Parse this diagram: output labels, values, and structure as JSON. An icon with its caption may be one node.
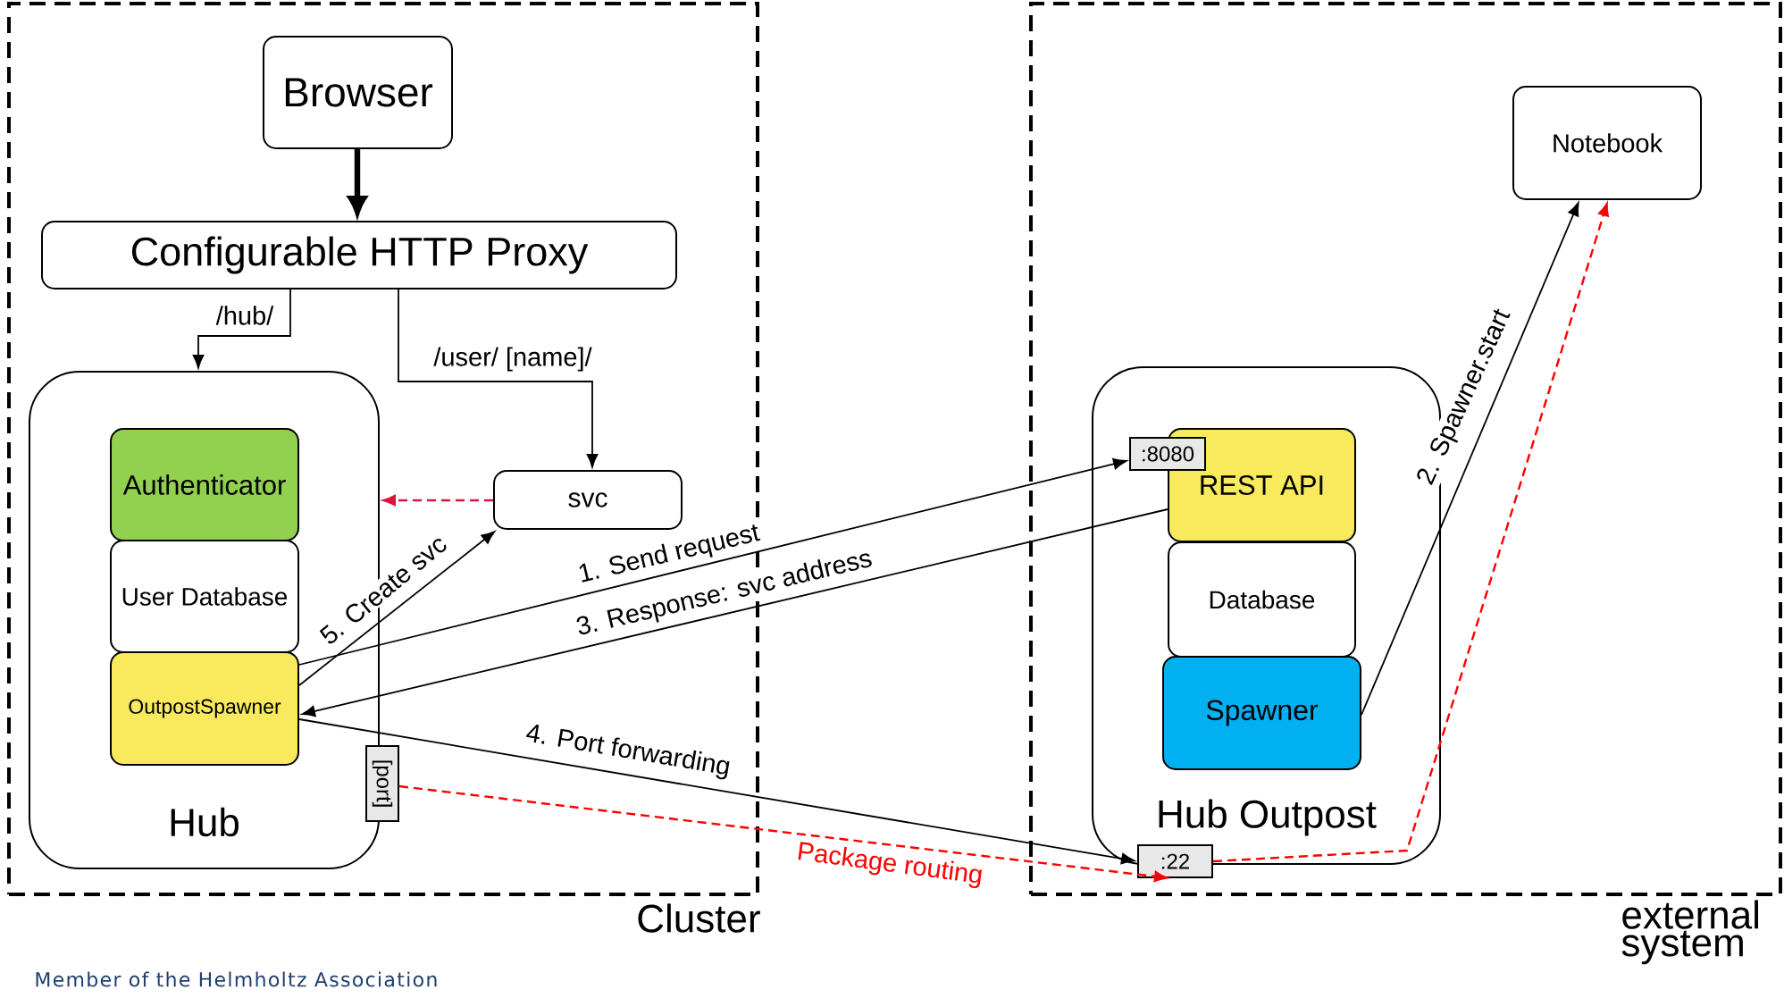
{
  "diagram": {
    "nodes": [
      {
        "text": [
          "Cluster"
        ]
      },
      {
        "text": [
          "external system"
        ]
      },
      {
        "text": [
          "Browser"
        ],
        "in": 0
      },
      {
        "text": [
          "Configurable HTTP Proxy"
        ],
        "in": 0
      },
      {
        "text": [
          "Hub"
        ],
        "in": 0
      },
      {
        "text": [
          "Authenticator"
        ],
        "in": 4
      },
      {
        "text": [
          "User Database"
        ],
        "in": 4
      },
      {
        "text": [
          "OutpostSpawner"
        ],
        "in": 4
      },
      {
        "text": [
          "[port]"
        ],
        "in": 0
      },
      {
        "text": [
          "svc"
        ],
        "in": 0
      },
      {
        "text": [
          "Hub Outpost"
        ],
        "in": 1
      },
      {
        "text": [
          "REST API"
        ],
        "in": 10
      },
      {
        "text": [
          "Database"
        ],
        "in": 10
      },
      {
        "text": [
          "Spawner"
        ],
        "in": 10
      },
      {
        "text": [
          ":8080"
        ],
        "in": 10
      },
      {
        "text": [
          ":22"
        ],
        "in": 1
      },
      {
        "text": [
          "Notebook"
        ],
        "in": 1
      }
    ],
    "edges": [
      {
        "from": 2,
        "to": 3,
        "arrow": "to",
        "style": "thick"
      },
      {
        "from": 3,
        "to": 4,
        "arrow": "to",
        "label": "/hub/"
      },
      {
        "from": 3,
        "to": 9,
        "arrow": "to",
        "label": "/user/ [name]/"
      },
      {
        "from": 9,
        "to": 4,
        "arrow": "to",
        "style": "dashed",
        "color": "#dc143c"
      },
      {
        "from": 7,
        "to": 9,
        "arrow": "to",
        "label": "5. Create svc"
      },
      {
        "from": 7,
        "to": 14,
        "arrow": "to",
        "label": "1. Send request"
      },
      {
        "from": 11,
        "to": 7,
        "arrow": "to",
        "label": "3. Response: svc address"
      },
      {
        "from": 7,
        "to": 15,
        "arrow": "to",
        "label": "4. Port forwarding"
      },
      {
        "from": 13,
        "to": 16,
        "arrow": "to",
        "label": "2. Spawner.start"
      },
      {
        "from": 8,
        "to": 15,
        "arrow": "to",
        "style": "dashed",
        "color": "#ff0000",
        "label": "Package routing"
      },
      {
        "from": 15,
        "to": 16,
        "arrow": "to",
        "style": "dashed",
        "color": "#ff0000"
      }
    ],
    "labels": [
      "Member of the Helmholtz Association"
    ]
  }
}
